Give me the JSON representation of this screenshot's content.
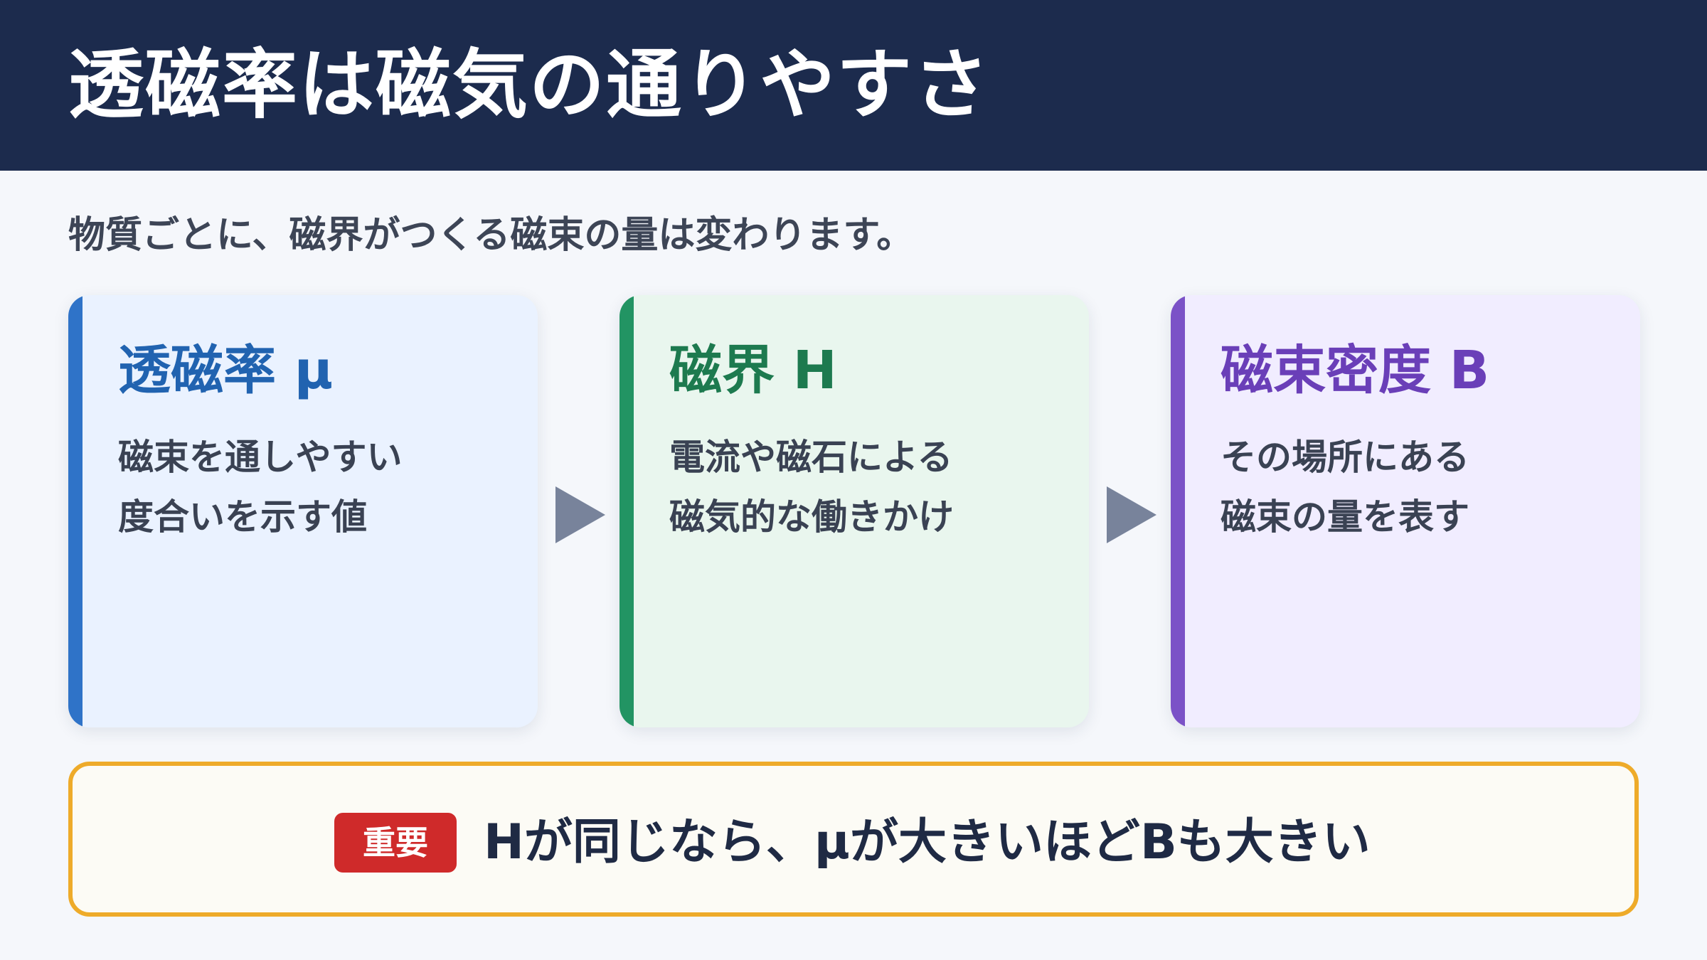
{
  "header": {
    "title": "透磁率は磁気の通りやすさ"
  },
  "subtitle": "物質ごとに、磁界がつくる磁束の量は変わります。",
  "cards": [
    {
      "title": "透磁率 μ",
      "lines": [
        "磁束を通しやすい",
        "度合いを示す値"
      ],
      "accent_color": "#2f73c8"
    },
    {
      "title": "磁界 H",
      "lines": [
        "電流や磁石による",
        "磁気的な働きかけ"
      ],
      "accent_color": "#229463"
    },
    {
      "title": "磁束密度 B",
      "lines": [
        "その場所にある",
        "磁束の量を表す"
      ],
      "accent_color": "#7b52c7"
    }
  ],
  "flow_arrows": [
    "arrow-right-icon",
    "arrow-right-icon"
  ],
  "note": {
    "badge": "重要",
    "text": "Hが同じなら、μが大きいほどBも大きい",
    "border_color": "#eeab2a",
    "badge_color": "#cf2a2a"
  },
  "colors": {
    "header_bg": "#1c2b4d",
    "page_bg": "#f5f7fb",
    "arrow": "#78839b"
  }
}
